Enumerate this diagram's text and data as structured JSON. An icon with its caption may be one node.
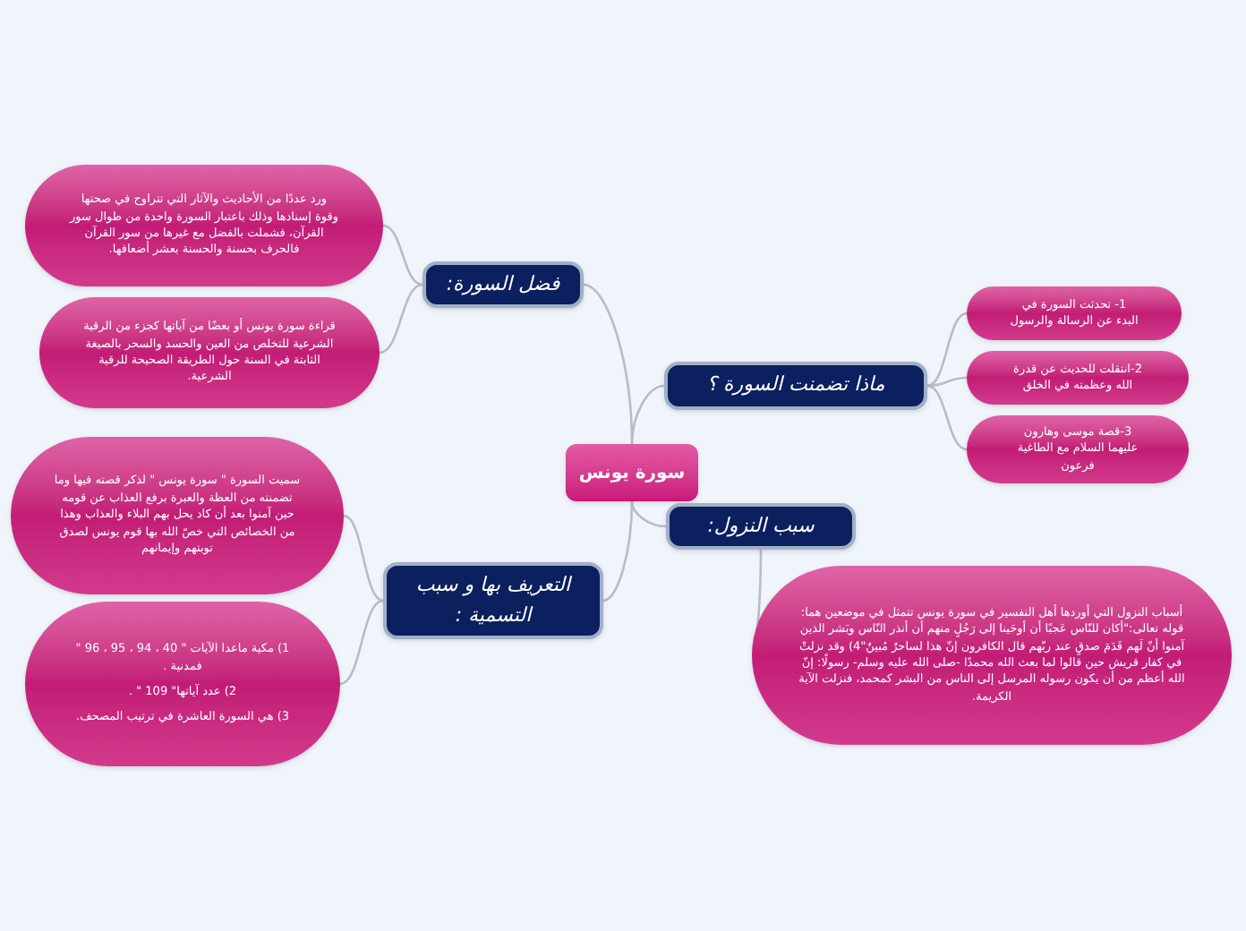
{
  "diagram": {
    "nodes": [
      {
        "text": [
          "سورة يونس"
        ]
      },
      {
        "text": [
          "فضل السورة:"
        ]
      },
      {
        "text": [
          "ورد عددًا من الأحاديث والآثار التي تتراوح في صحتها وقوة إسنادها وذلك باعتبار السورة واحدة من طوال سور القرآن، فشملت بالفضل مع غيرها من سور القرآن فالحرف بحسنة والحسنة بعشر أضعافها."
        ]
      },
      {
        "text": [
          "قراءة سورة يونس أو بعضًا من آياتها كجزء من الرقية الشرعية للتخلص من العين والحسد والسحر بالصيغة الثابتة في السنة حول الطريقة الصحيحة للرقية الشرعية."
        ]
      },
      {
        "text": [
          "التعريف بها و سبب التسمية :"
        ]
      },
      {
        "text": [
          "سميت السورة \" سورة يونس \" لذكر قصته فيها وما تضمنته من العظة والعبرة برفع العذاب عن قومه حين آمنوا بعد أن كاد يحل بهم البلاء والعذاب وهذا من الخصائص التي خصّ الله بها قوم يونس لصدق توبتهم وإيمانهم"
        ]
      },
      {
        "text": [
          "1) مكية ماعدا الآيات \" 40 ، 94 ، 95 ، 96 \" فمدنية .",
          "2) عدد آياتها\" 109 \" .",
          "3) هي السورة العاشرة في ترتيب المصحف."
        ]
      },
      {
        "text": [
          "ماذا تضمنت السورة ؟"
        ]
      },
      {
        "text": [
          "1- تحدثت السورة في البدء عن الرسالة والرسول"
        ]
      },
      {
        "text": [
          "2-انتقلت للحديث عن قدرة الله وعظمته في الخلق"
        ]
      },
      {
        "text": [
          "3-قصة موسى وهارون عليهما السلام مع الطاغية فرعون"
        ]
      },
      {
        "text": [
          "سبب النزول:"
        ]
      },
      {
        "text": [
          "أسباب النزول التي أوردها أهل التفسير في سورة يونس تتمثل في موضعين هما: قوله تعالى:\"أكان للنّاس عَجبًا أن أوحَينا إلى رَجُلٍ منهم أن أنذر النّاس وبَشر الذين آمنوا أنّ لَهم قَدَمَ صدقٍ عند ربّهم قال الكافرون إنّ هذا لساحرٌ مُبينٌ\"4) وقد نزلتْ في كفار قريش حين قالوا لما بعث الله محمدًا -صلى الله عليه وسلم- رسولًا: إنّ الله أعظم من أن يكون رسوله المرسل إلى الناس من البشر كمحمد، فنزلت الآية الكريمة."
        ]
      }
    ],
    "edges": [
      {
        "from": 0,
        "to": 1,
        "arrow": "none"
      },
      {
        "from": 1,
        "to": 2,
        "arrow": "none"
      },
      {
        "from": 1,
        "to": 3,
        "arrow": "none"
      },
      {
        "from": 0,
        "to": 4,
        "arrow": "none"
      },
      {
        "from": 4,
        "to": 5,
        "arrow": "none"
      },
      {
        "from": 4,
        "to": 6,
        "arrow": "none"
      },
      {
        "from": 0,
        "to": 7,
        "arrow": "none"
      },
      {
        "from": 7,
        "to": 8,
        "arrow": "none"
      },
      {
        "from": 7,
        "to": 9,
        "arrow": "none"
      },
      {
        "from": 7,
        "to": 10,
        "arrow": "none"
      },
      {
        "from": 0,
        "to": 11,
        "arrow": "none"
      },
      {
        "from": 11,
        "to": 12,
        "arrow": "none"
      }
    ]
  }
}
